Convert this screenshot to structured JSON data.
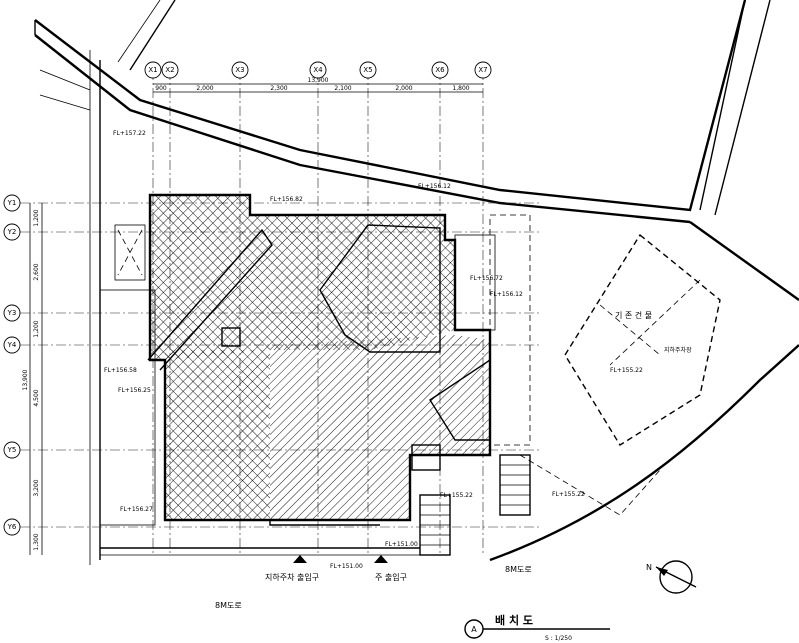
{
  "title": {
    "circle_letter": "A",
    "name": "배 치 도",
    "scale": "S : 1/250"
  },
  "grid_axes": {
    "columns": [
      "X1",
      "X2",
      "X3",
      "X4",
      "X5",
      "X6",
      "X7"
    ],
    "rows": [
      "Y1",
      "Y2",
      "Y3",
      "Y4",
      "Y5",
      "Y6"
    ]
  },
  "dimensions": {
    "top": [
      "900",
      "2,000",
      "2,300",
      "2,100",
      "2,000",
      "1,800"
    ],
    "top_total": "13,900",
    "left": [
      "1,200",
      "2,600",
      "1,200",
      "4,500",
      "3,200",
      "1,300"
    ],
    "left_total": "13,900"
  },
  "levels": [
    "FL+157.22",
    "FL+156.12",
    "FL+156.82",
    "FL+156.72",
    "FL+156.12",
    "FL+156.58",
    "FL+156.25",
    "FL+156.27",
    "FL+155.22",
    "FL+151.00",
    "FL+151.00",
    "FL+155.22",
    "FL+155.22"
  ],
  "labels": {
    "entrance_car": "지하주차 출입구",
    "entrance_main": "주 출입구",
    "road_bottom_left": "8M도로",
    "road_bottom_right": "8M도로",
    "parking_area": "지하주차장",
    "adjacent_building": "기 존 건 물"
  },
  "north_arrow": "N",
  "colors": {
    "ink": "#000000",
    "paper": "#ffffff"
  }
}
